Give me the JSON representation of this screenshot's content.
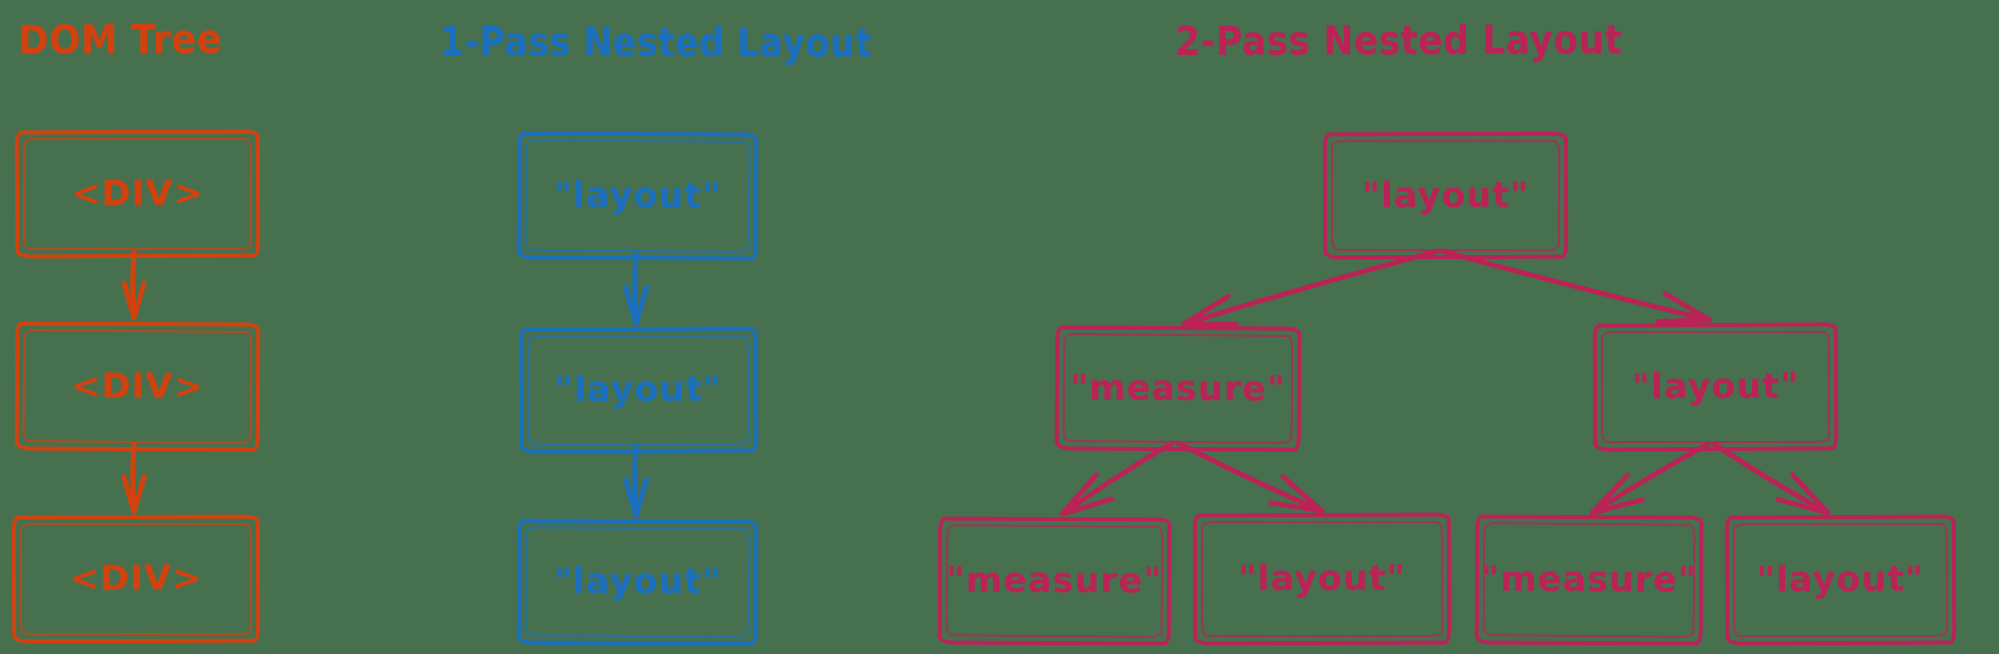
{
  "canvas": {
    "background_color": "#47704F"
  },
  "dom_tree": {
    "title": "DOM Tree",
    "color": "#D2420E",
    "nodes": [
      "<DIV>",
      "<DIV>",
      "<DIV>"
    ]
  },
  "one_pass": {
    "title": "1-Pass Nested Layout",
    "color": "#1B6FBF",
    "nodes": [
      "\"layout\"",
      "\"layout\"",
      "\"layout\""
    ]
  },
  "two_pass": {
    "title": "2-Pass Nested Layout",
    "color": "#BB2256",
    "root": "\"layout\"",
    "children": [
      "\"measure\"",
      "\"layout\""
    ],
    "grandchildren": [
      "\"measure\"",
      "\"layout\"",
      "\"measure\"",
      "\"layout\""
    ]
  }
}
